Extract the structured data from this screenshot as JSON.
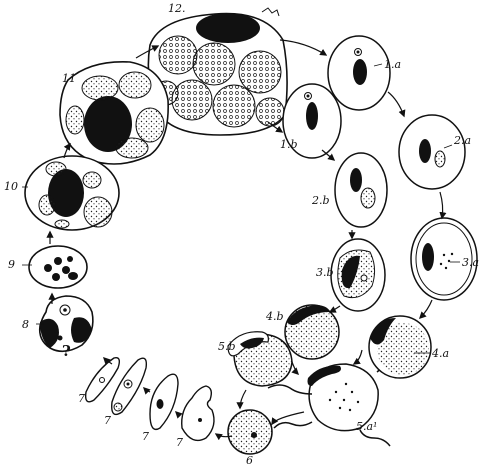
{
  "labels": {
    "l1a": "1.a",
    "l1b": "1.b",
    "l2a": "2.a",
    "l2b": "2.b",
    "l3a": "3.a",
    "l3b": "3.b",
    "l4a": "4.a",
    "l4b": "4.b",
    "l5a": "5.a¹",
    "l5b": "5.b",
    "l6": "6",
    "l7a": "7",
    "l7b": "7",
    "l7c": "7",
    "l7d": "7",
    "l8": "8",
    "l9": "9",
    "l10": "10",
    "l11": "11",
    "l12": "12.",
    "question": "?"
  }
}
